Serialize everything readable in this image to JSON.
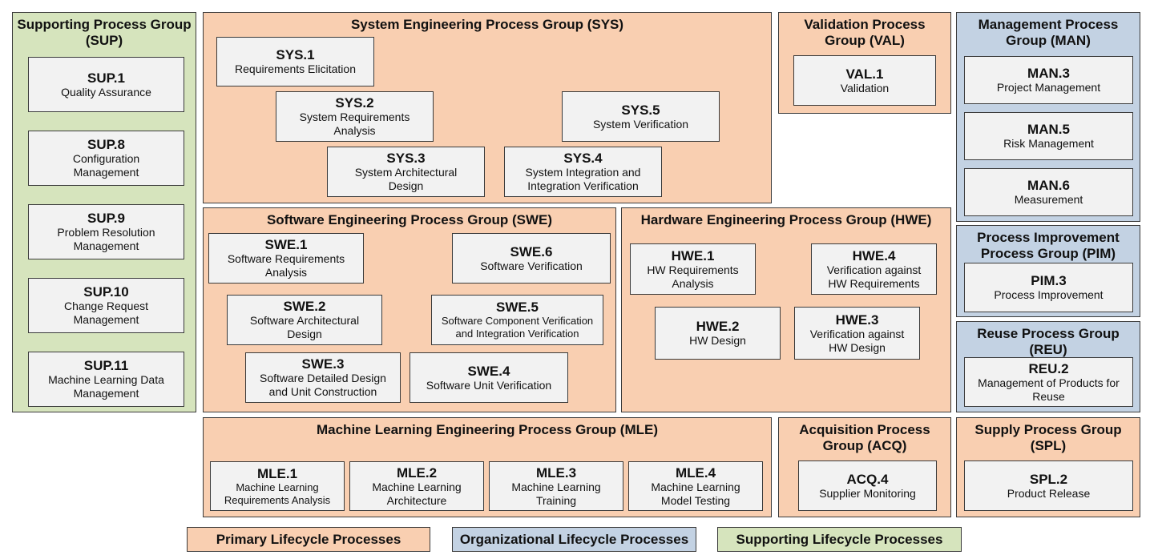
{
  "groups": {
    "sup": {
      "title": "Supporting Process Group\n(SUP)",
      "p1": {
        "id": "SUP.1",
        "name": "Quality Assurance"
      },
      "p8": {
        "id": "SUP.8",
        "name": "Configuration\nManagement"
      },
      "p9": {
        "id": "SUP.9",
        "name": "Problem Resolution\nManagement"
      },
      "p10": {
        "id": "SUP.10",
        "name": "Change Request\nManagement"
      },
      "p11": {
        "id": "SUP.11",
        "name": "Machine Learning Data\nManagement"
      }
    },
    "sys": {
      "title": "System Engineering Process Group (SYS)",
      "p1": {
        "id": "SYS.1",
        "name": "Requirements Elicitation"
      },
      "p2": {
        "id": "SYS.2",
        "name": "System Requirements\nAnalysis"
      },
      "p3": {
        "id": "SYS.3",
        "name": "System Architectural\nDesign"
      },
      "p4": {
        "id": "SYS.4",
        "name": "System Integration and\nIntegration Verification"
      },
      "p5": {
        "id": "SYS.5",
        "name": "System Verification"
      }
    },
    "val": {
      "title": "Validation Process\nGroup (VAL)",
      "p1": {
        "id": "VAL.1",
        "name": "Validation"
      }
    },
    "man": {
      "title": "Management Process\nGroup (MAN)",
      "p3": {
        "id": "MAN.3",
        "name": "Project Management"
      },
      "p5": {
        "id": "MAN.5",
        "name": "Risk Management"
      },
      "p6": {
        "id": "MAN.6",
        "name": "Measurement"
      }
    },
    "swe": {
      "title": "Software Engineering Process Group (SWE)",
      "p1": {
        "id": "SWE.1",
        "name": "Software Requirements\nAnalysis"
      },
      "p2": {
        "id": "SWE.2",
        "name": "Software Architectural\nDesign"
      },
      "p3": {
        "id": "SWE.3",
        "name": "Software Detailed Design\nand Unit Construction"
      },
      "p4": {
        "id": "SWE.4",
        "name": "Software Unit Verification"
      },
      "p5": {
        "id": "SWE.5",
        "name": "Software Component Verification\nand Integration Verification"
      },
      "p6": {
        "id": "SWE.6",
        "name": "Software Verification"
      }
    },
    "hwe": {
      "title": "Hardware Engineering Process Group (HWE)",
      "p1": {
        "id": "HWE.1",
        "name": "HW Requirements\nAnalysis"
      },
      "p2": {
        "id": "HWE.2",
        "name": "HW Design"
      },
      "p3": {
        "id": "HWE.3",
        "name": "Verification against\nHW Design"
      },
      "p4": {
        "id": "HWE.4",
        "name": "Verification against\nHW Requirements"
      }
    },
    "pim": {
      "title": "Process Improvement\nProcess Group (PIM)",
      "p3": {
        "id": "PIM.3",
        "name": "Process Improvement"
      }
    },
    "reu": {
      "title": "Reuse Process Group\n(REU)",
      "p2": {
        "id": "REU.2",
        "name": "Management of Products for\nReuse"
      }
    },
    "mle": {
      "title": "Machine Learning Engineering Process Group (MLE)",
      "p1": {
        "id": "MLE.1",
        "name": "Machine Learning\nRequirements Analysis"
      },
      "p2": {
        "id": "MLE.2",
        "name": "Machine Learning\nArchitecture"
      },
      "p3": {
        "id": "MLE.3",
        "name": "Machine Learning\nTraining"
      },
      "p4": {
        "id": "MLE.4",
        "name": "Machine Learning\nModel Testing"
      }
    },
    "acq": {
      "title": "Acquisition Process\nGroup (ACQ)",
      "p4": {
        "id": "ACQ.4",
        "name": "Supplier Monitoring"
      }
    },
    "spl": {
      "title": "Supply Process Group\n(SPL)",
      "p2": {
        "id": "SPL.2",
        "name": "Product Release"
      }
    }
  },
  "legend": {
    "primary": "Primary Lifecycle Processes",
    "organizational": "Organizational Lifecycle Processes",
    "supporting": "Supporting Lifecycle Processes"
  },
  "colors": {
    "primary": "#f9cfb1",
    "organizational": "#c3d2e3",
    "supporting": "#d6e4bd",
    "process_box": "#f2f2f2"
  }
}
